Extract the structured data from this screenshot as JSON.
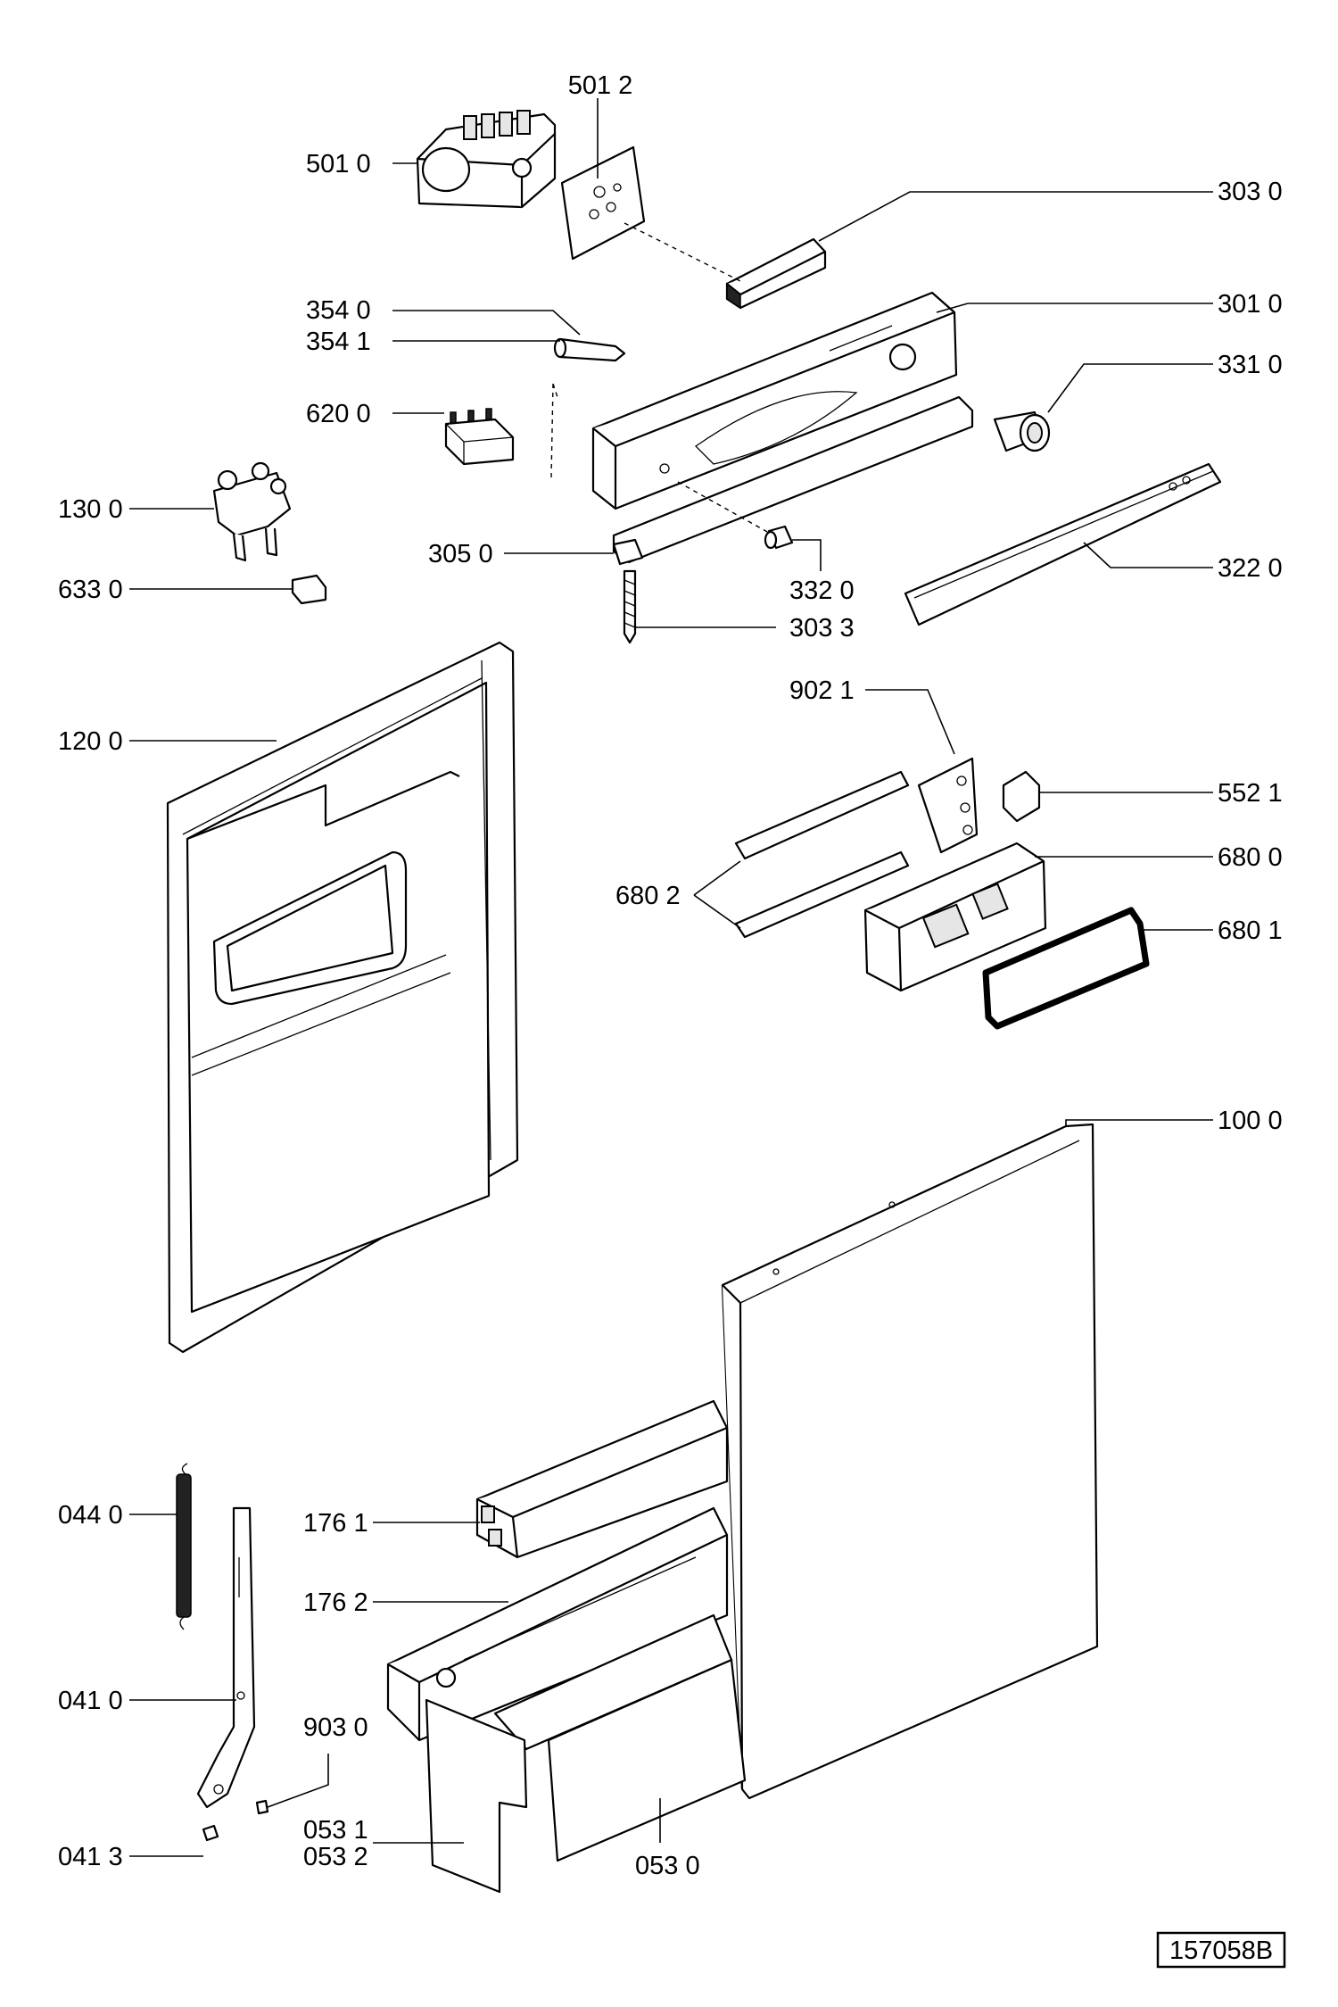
{
  "diagram": {
    "labels": {
      "p5012": "501 2",
      "p5010": "501 0",
      "p3030": "303 0",
      "p3010": "301 0",
      "p3540": "354 0",
      "p3541": "354 1",
      "p3310": "331 0",
      "p6200": "620 0",
      "p1300": "130 0",
      "p3050": "305 0",
      "p3320": "332 0",
      "p3220": "322 0",
      "p6330": "633 0",
      "p3033": "303 3",
      "p9021": "902 1",
      "p1200": "120 0",
      "p5521": "552 1",
      "p6800": "680 0",
      "p6802": "680 2",
      "p6801": "680 1",
      "p1000": "100 0",
      "p0440": "044 0",
      "p1761": "176 1",
      "p1762": "176 2",
      "p0410": "041 0",
      "p9030": "903 0",
      "p0531": "053 1",
      "p0532": "053 2",
      "p0413": "041 3",
      "p0530": "053 0"
    },
    "drawing_number": "157058B"
  }
}
